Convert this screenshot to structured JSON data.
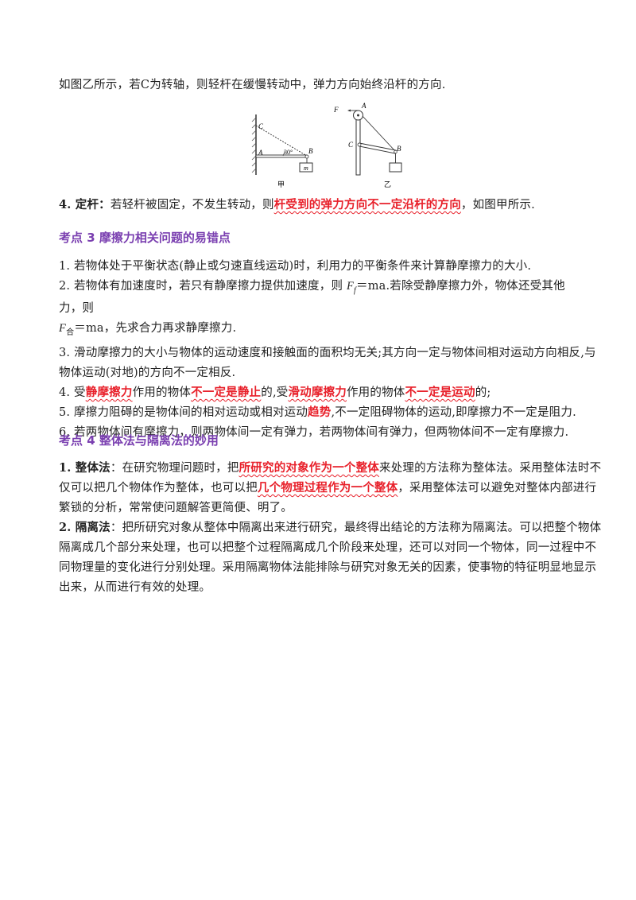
{
  "intro": "如图乙所示，若C为转轴，则轻杆在缓慢转动中，弹力方向始终沿杆的方向.",
  "figure": {
    "left_labels": {
      "c": "C",
      "a": "A",
      "b": "B",
      "angle": "30°",
      "mass": "m",
      "caption": "甲"
    },
    "right_labels": {
      "f": "F",
      "a": "A",
      "c": "C",
      "b": "B",
      "caption": "乙"
    }
  },
  "item4": {
    "label": "4. 定杆：",
    "text1": "若轻杆被固定，不发生转动，则",
    "red": "杆受到的弹力方向不一定沿杆的方向",
    "text2": "，如图甲所示."
  },
  "section3": {
    "title": "考点 3  摩擦力相关问题的易错点",
    "l1": "1.  若物体处于平衡状态(静止或匀速直线运动)时，利用力的平衡条件来计算静摩擦力的大小.",
    "l2a": "2.  若物体有加速度时，若只有静摩擦力提供加速度，则 ",
    "l2f": "F",
    "l2fsub": "f",
    "l2b": "＝ma.若除受静摩擦力外，物体还受其他力，则",
    "l2c_f": "F",
    "l2c_sub": "合",
    "l2c": "＝ma，先求合力再求静摩擦力.",
    "l3a": "3.  滑动摩擦力的大小与物体的运动速度和接触面的面积均无关;其方向一定与物体间相对运动方向相反,与",
    "l3b": "物体运动(对地)的方向不一定相反.",
    "l4_1": "4.  受",
    "l4_2": "静摩擦力",
    "l4_3": "作用的物体",
    "l4_4": "不一定是静止",
    "l4_5": "的,受",
    "l4_6": "滑动摩擦力",
    "l4_7": "作用的物体",
    "l4_8": "不一定是运动",
    "l4_9": "的;",
    "l5a": "5.  摩擦力阻碍的是物体间的相对运动或相对运动",
    "l5red": "趋势",
    "l5b": ",不一定阻碍物体的运动,即摩擦力不一定是阻力.",
    "l6": "6.  若两物体间有摩擦力，则两物体间一定有弹力，若两物体间有弹力，但两物体间不一定有摩擦力."
  },
  "section4": {
    "title": "考点 4  整体法与隔离法的妙用",
    "p1_label": "1. 整体法",
    "p1_a": "：在研究物理问题时，把",
    "p1_red1": "所研究的对象作为一个整体",
    "p1_b": "来处理的方法称为整体法。采用整体法时不",
    "p1_c": "仅可以把几个物体作为整体，也可以把",
    "p1_red2": "几个物理过程作为一个整体",
    "p1_d": "，采用整体法可以避免对整体内部进行",
    "p1_e": "繁锁的分析，常常使问题解答更简便、明了。",
    "p2_label": "2. 隔离法",
    "p2_a": "：把所研究对象从整体中隔离出来进行研究，最终得出结论的方法称为隔离法。可以把整个物体",
    "p2_b": "隔离成几个部分来处理，也可以把整个过程隔离成几个阶段来处理，还可以对同一个物体，同一过程中不",
    "p2_c": "同物理量的变化进行分别处理。采用隔离物体法能排除与研究对象无关的因素，使事物的特征明显地显示",
    "p2_d": "出来，从而进行有效的处理。"
  }
}
